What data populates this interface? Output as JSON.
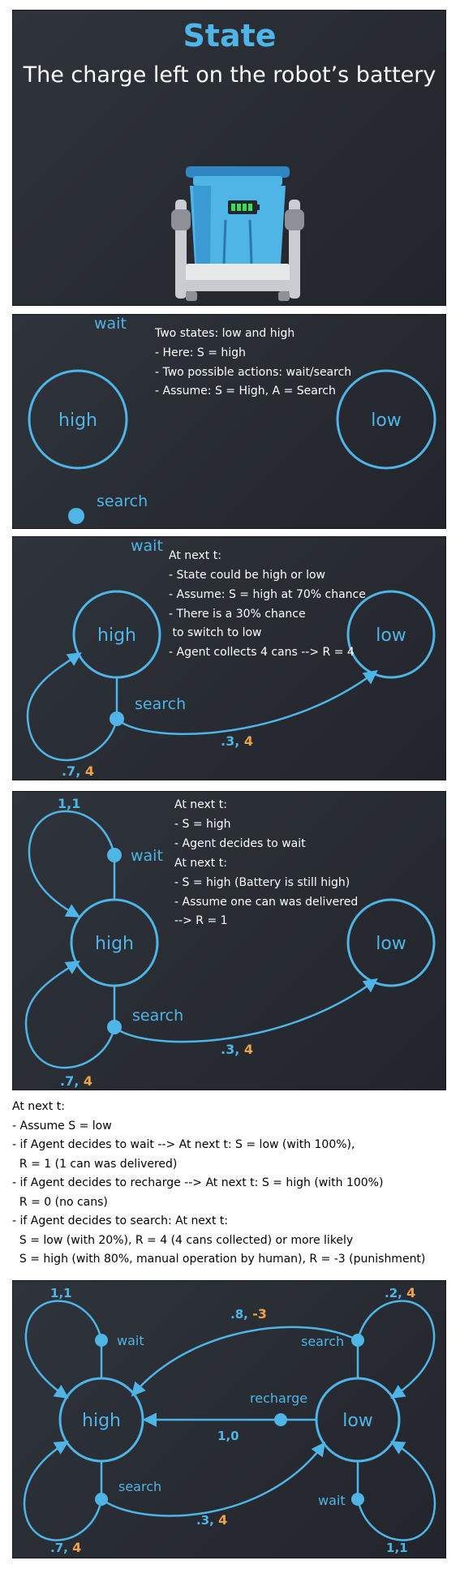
{
  "panel1": {
    "title": "State",
    "subtitle": "The charge left on the robot’s battery"
  },
  "panel2": {
    "node_high": "high",
    "node_low": "low",
    "action_wait": "wait",
    "action_search": "search",
    "notes": [
      "Two states: low and high",
      "- Here: S = high",
      "- Two possible actions: wait/search",
      "- Assume: S = High, A = Search"
    ]
  },
  "panel3": {
    "node_high": "high",
    "node_low": "low",
    "action_wait": "wait",
    "action_search": "search",
    "search_low_prob": ".3",
    "search_low_reward": "4",
    "search_high_prob": ".7",
    "search_high_reward": "4",
    "notes": [
      "At next t:",
      "- State could be high or low",
      "- Assume: S = high at 70% chance",
      "- There is a 30% chance",
      " to switch to low",
      "- Agent collects 4 cans --> R = 4"
    ]
  },
  "panel4": {
    "node_high": "high",
    "node_low": "low",
    "action_wait": "wait",
    "action_search": "search",
    "wait_prob": "1",
    "wait_reward": "1",
    "search_low_prob": ".3",
    "search_low_reward": "4",
    "search_high_prob": ".7",
    "search_high_reward": "4",
    "notes": [
      "At next t:",
      "- S = high",
      "- Agent decides to wait",
      "At next t:",
      "- S = high (Battery is still high)",
      "- Assume one can was delivered",
      "--> R = 1"
    ]
  },
  "text_block": {
    "lines": [
      "At next t:",
      "- Assume S = low",
      "- if Agent decides to wait --> At next t: S = low (with 100%),",
      "  R = 1 (1 can was delivered)",
      "- if Agent decides to recharge --> At next t: S = high (with 100%)",
      "  R = 0 (no cans)",
      "- if Agent decides to search: At next t:",
      "  S = low (with 20%), R = 4 (4 cans collected) or more likely",
      "  S = high (with 80%, manual operation by human), R = -3 (punishment)"
    ]
  },
  "panel5": {
    "node_high": "high",
    "node_low": "low",
    "high_wait": "wait",
    "high_search": "search",
    "low_search": "search",
    "low_recharge": "recharge",
    "low_wait": "wait",
    "hw_prob": "1",
    "hw_reward": "1",
    "hs_high_prob": ".7",
    "hs_high_reward": "4",
    "hs_low_prob": ".3",
    "hs_low_reward": "4",
    "ls_low_prob": ".2",
    "ls_low_reward": "4",
    "ls_high_prob": ".8",
    "ls_high_reward": "-3",
    "lr_prob": "1",
    "lr_reward": "0",
    "lw_prob": "1",
    "lw_reward": "1"
  },
  "colors": {
    "accent": "#4fb4e6",
    "reward": "#f0a34a",
    "panel_bg": "#2a2d33"
  }
}
